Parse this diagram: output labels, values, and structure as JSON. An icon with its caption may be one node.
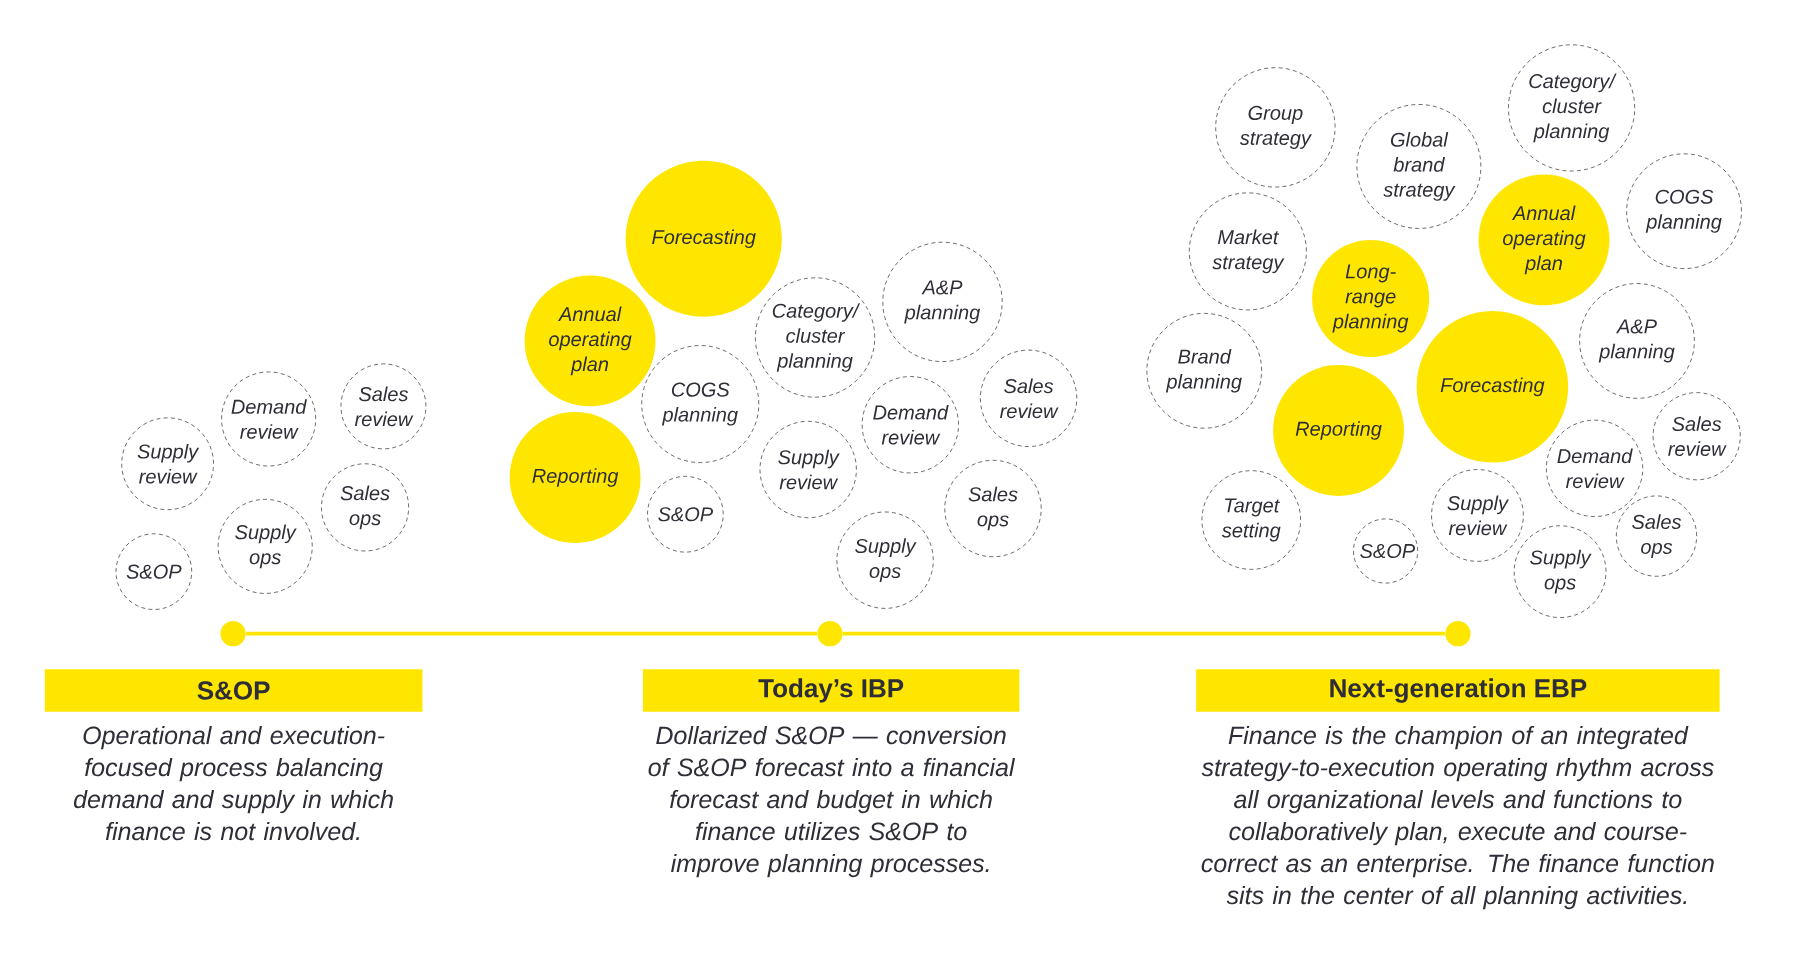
{
  "diagram": {
    "nodes": [
      {
        "text": [
          "Supply review"
        ]
      },
      {
        "text": [
          "Demand review"
        ]
      },
      {
        "text": [
          "Sales review"
        ]
      },
      {
        "text": [
          "Sales ops"
        ]
      },
      {
        "text": [
          "Supply ops"
        ]
      },
      {
        "text": [
          "S&OP"
        ]
      },
      {
        "text": [
          "Forecasting"
        ]
      },
      {
        "text": [
          "Annual operating plan"
        ]
      },
      {
        "text": [
          "Reporting"
        ]
      },
      {
        "text": [
          "COGS planning"
        ]
      },
      {
        "text": [
          "Category/ cluster planning"
        ]
      },
      {
        "text": [
          "A&P planning"
        ]
      },
      {
        "text": [
          "Demand review"
        ]
      },
      {
        "text": [
          "Sales review"
        ]
      },
      {
        "text": [
          "Supply review"
        ]
      },
      {
        "text": [
          "S&OP"
        ]
      },
      {
        "text": [
          "Sales ops"
        ]
      },
      {
        "text": [
          "Supply ops"
        ]
      },
      {
        "text": [
          "Group strategy"
        ]
      },
      {
        "text": [
          "Global brand strategy"
        ]
      },
      {
        "text": [
          "Category/ cluster planning"
        ]
      },
      {
        "text": [
          "COGS planning"
        ]
      },
      {
        "text": [
          "Market strategy"
        ]
      },
      {
        "text": [
          "Long-range planning"
        ]
      },
      {
        "text": [
          "Annual operating plan"
        ]
      },
      {
        "text": [
          "A&P planning"
        ]
      },
      {
        "text": [
          "Brand planning"
        ]
      },
      {
        "text": [
          "Forecasting"
        ]
      },
      {
        "text": [
          "Reporting"
        ]
      },
      {
        "text": [
          "Sales review"
        ]
      },
      {
        "text": [
          "Demand review"
        ]
      },
      {
        "text": [
          "Target setting"
        ]
      },
      {
        "text": [
          "S&OP"
        ]
      },
      {
        "text": [
          "Supply review"
        ]
      },
      {
        "text": [
          "Supply ops"
        ]
      },
      {
        "text": [
          "Sales ops"
        ]
      },
      {
        "text": [],
        "shape": "circle"
      },
      {
        "text": [],
        "shape": "circle"
      },
      {
        "text": [],
        "shape": "circle"
      },
      {
        "text": [
          "S&OP"
        ],
        "beside": [
          "Operational and execution-focused process balancing demand and supply in which finance is not involved."
        ]
      },
      {
        "text": [
          "Today’s IBP"
        ],
        "beside": [
          "Dollarized S&OP — conversion of S&OP forecast into a financial forecast and budget in which finance utilizes S&OP to improve planning processes."
        ]
      },
      {
        "text": [
          "Next-generation EBP"
        ],
        "beside": [
          "Finance is the champion of an integrated strategy-to-execution operating rhythm across all organizational levels and functions to collaboratively plan, execute and course-correct as an enterprise. The finance function sits in the center of all planning activities."
        ]
      }
    ],
    "edges": [
      {
        "from": 36,
        "to": 37,
        "arrow": "none"
      },
      {
        "from": 37,
        "to": 38,
        "arrow": "none"
      }
    ]
  }
}
